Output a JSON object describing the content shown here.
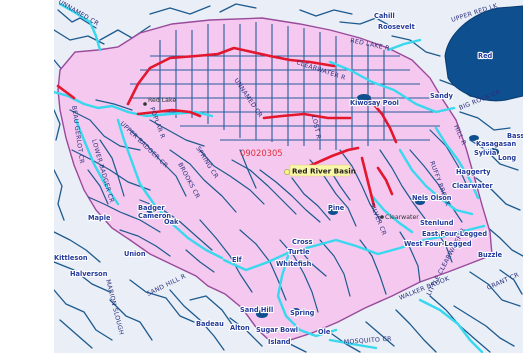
{
  "map": {
    "basin_code": "09020305",
    "basin_label": "Red River Basin",
    "colors": {
      "basin_fill": "#f4c8ef",
      "basin_edge": "#9a4a9a",
      "river_main": "#38d8ee",
      "stream": "#1d5a8e",
      "ditch": "#2a5b9a",
      "highlight": "#e3172e",
      "lake": "#0e4f8f",
      "outside_bg": "#e9eef7"
    },
    "places": [
      {
        "id": "red-lake-town",
        "label": "Red Lake"
      },
      {
        "id": "clearwater-town",
        "label": "Clearwater"
      }
    ],
    "lakes": [
      {
        "id": "cahill",
        "label": "Cahill"
      },
      {
        "id": "roosevelt",
        "label": "Roosevelt"
      },
      {
        "id": "red",
        "label": "Red"
      },
      {
        "id": "sandy",
        "label": "Sandy"
      },
      {
        "id": "kiwosay-pool",
        "label": "Kiwosay Pool"
      },
      {
        "id": "bass",
        "label": "Bass"
      },
      {
        "id": "kasagasan",
        "label": "Kasagasan"
      },
      {
        "id": "sylvia",
        "label": "Sylvia"
      },
      {
        "id": "long",
        "label": "Long"
      },
      {
        "id": "haggerty",
        "label": "Haggerty"
      },
      {
        "id": "clearwater-lake",
        "label": "Clearwater"
      },
      {
        "id": "nels-olson",
        "label": "Nels Olson"
      },
      {
        "id": "stenlund",
        "label": "Stenlund"
      },
      {
        "id": "east-four-legged",
        "label": "East Four-Legged"
      },
      {
        "id": "west-four-legged",
        "label": "West Four-Legged"
      },
      {
        "id": "buzzle",
        "label": "Buzzle"
      },
      {
        "id": "pine",
        "label": "Pine"
      },
      {
        "id": "badger",
        "label": "Badger"
      },
      {
        "id": "cameron",
        "label": "Cameron"
      },
      {
        "id": "maple",
        "label": "Maple"
      },
      {
        "id": "oak",
        "label": "Oak"
      },
      {
        "id": "union",
        "label": "Union"
      },
      {
        "id": "kittleson",
        "label": "Kittleson"
      },
      {
        "id": "halverson",
        "label": "Halverson"
      },
      {
        "id": "elf",
        "label": "Elf"
      },
      {
        "id": "cross",
        "label": "Cross"
      },
      {
        "id": "turtle",
        "label": "Turtle"
      },
      {
        "id": "whitefish",
        "label": "Whitefish"
      },
      {
        "id": "spring",
        "label": "Spring"
      },
      {
        "id": "sand-hill",
        "label": "Sand Hill"
      },
      {
        "id": "badeau",
        "label": "Badeau"
      },
      {
        "id": "alton",
        "label": "Alton"
      },
      {
        "id": "sugar-bowl",
        "label": "Sugar Bowl"
      },
      {
        "id": "island",
        "label": "Island"
      },
      {
        "id": "ole",
        "label": "Ole"
      }
    ],
    "rivers": [
      {
        "id": "unnamed-cr-nw",
        "label": "UNNAMED CR"
      },
      {
        "id": "red-lake-r",
        "label": "RED LAKE R"
      },
      {
        "id": "upper-red-lk",
        "label": "UPPER RED LK"
      },
      {
        "id": "clearwater-r",
        "label": "CLEARWATER R"
      },
      {
        "id": "big-rock-cr",
        "label": "BIG ROCK CR"
      },
      {
        "id": "beau-gerlot-cr",
        "label": "BEAU GERLOT CR"
      },
      {
        "id": "lower-badger-cr",
        "label": "LOWER BADGER CR"
      },
      {
        "id": "upper-badger-cr",
        "label": "UPPER BADGER CR"
      },
      {
        "id": "poplar-r",
        "label": "POPLAR R"
      },
      {
        "id": "ruffy-brook",
        "label": "RUFFY BROOK"
      },
      {
        "id": "unnamed-cr-center",
        "label": "UNNAMED CR"
      },
      {
        "id": "hill-r",
        "label": "HILL R"
      },
      {
        "id": "silver-cr",
        "label": "SILVER CR"
      },
      {
        "id": "spring-cr",
        "label": "SPRING CR"
      },
      {
        "id": "lost-r",
        "label": "LOST R"
      },
      {
        "id": "brooks-cr",
        "label": "BROOKS CR"
      },
      {
        "id": "sand-hill-r",
        "label": "SAND HILL R"
      },
      {
        "id": "little-clearwater-r",
        "label": "LITTLE CLEARWATER R"
      },
      {
        "id": "walker-brook",
        "label": "WALKER BROOK"
      },
      {
        "id": "grant-cr",
        "label": "GRANT CR"
      },
      {
        "id": "mosquito-cr",
        "label": "MOSQUITO CR"
      },
      {
        "id": "marion-slough",
        "label": "MARION SLOUGH"
      }
    ]
  }
}
